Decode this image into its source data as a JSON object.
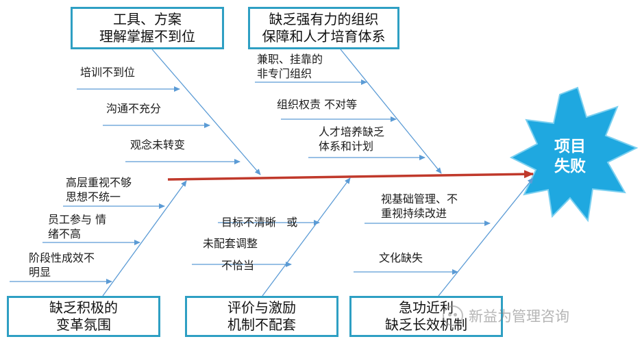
{
  "effect": {
    "label_line1": "项目",
    "label_line2": "失败"
  },
  "categories": {
    "top_left": {
      "line1": "工具、方案",
      "line2": "理解掌握不到位"
    },
    "top_right": {
      "line1": "缺乏强有力的组织",
      "line2": "保障和人才培育体系"
    },
    "bottom_left": {
      "line1": "缺乏积极的",
      "line2": "变革氛围"
    },
    "bottom_mid": {
      "line1": "评价与激励",
      "line2": "机制不配套"
    },
    "bottom_right": {
      "line1": "急功近利",
      "line2": "缺乏长效机制"
    }
  },
  "causes": {
    "top_left": [
      {
        "line1": "培训不到位"
      },
      {
        "line1": "沟通不充分"
      },
      {
        "line1": "观念未转变"
      }
    ],
    "top_right": [
      {
        "line1": "兼职、挂靠的",
        "line2": "非专门组织"
      },
      {
        "line1": "组织权责 不对等"
      },
      {
        "line1": "人才培养缺乏",
        "line2": "体系和计划"
      }
    ],
    "bottom_left": [
      {
        "line1": "高层重视不够",
        "line2": "思想不统一"
      },
      {
        "line1": "员工参与 情",
        "line2": "绪不高"
      },
      {
        "line1": "阶段性成效不",
        "line2": "明显"
      }
    ],
    "bottom_mid": [
      {
        "line1": "目标不清晰   或",
        "line2": "不恰当"
      },
      {
        "line1": "未配套调整"
      }
    ],
    "bottom_right": [
      {
        "line1": "视基础管理、不",
        "line2": "重视持续改进"
      },
      {
        "line1": "文化缺失"
      }
    ]
  },
  "watermark": {
    "text": "新益为管理咨询"
  },
  "colors": {
    "spine": "#c0392b",
    "bone": "#5b9bd5",
    "box_border": "#2e9fc3",
    "effect_star": "#1fa8e0"
  }
}
